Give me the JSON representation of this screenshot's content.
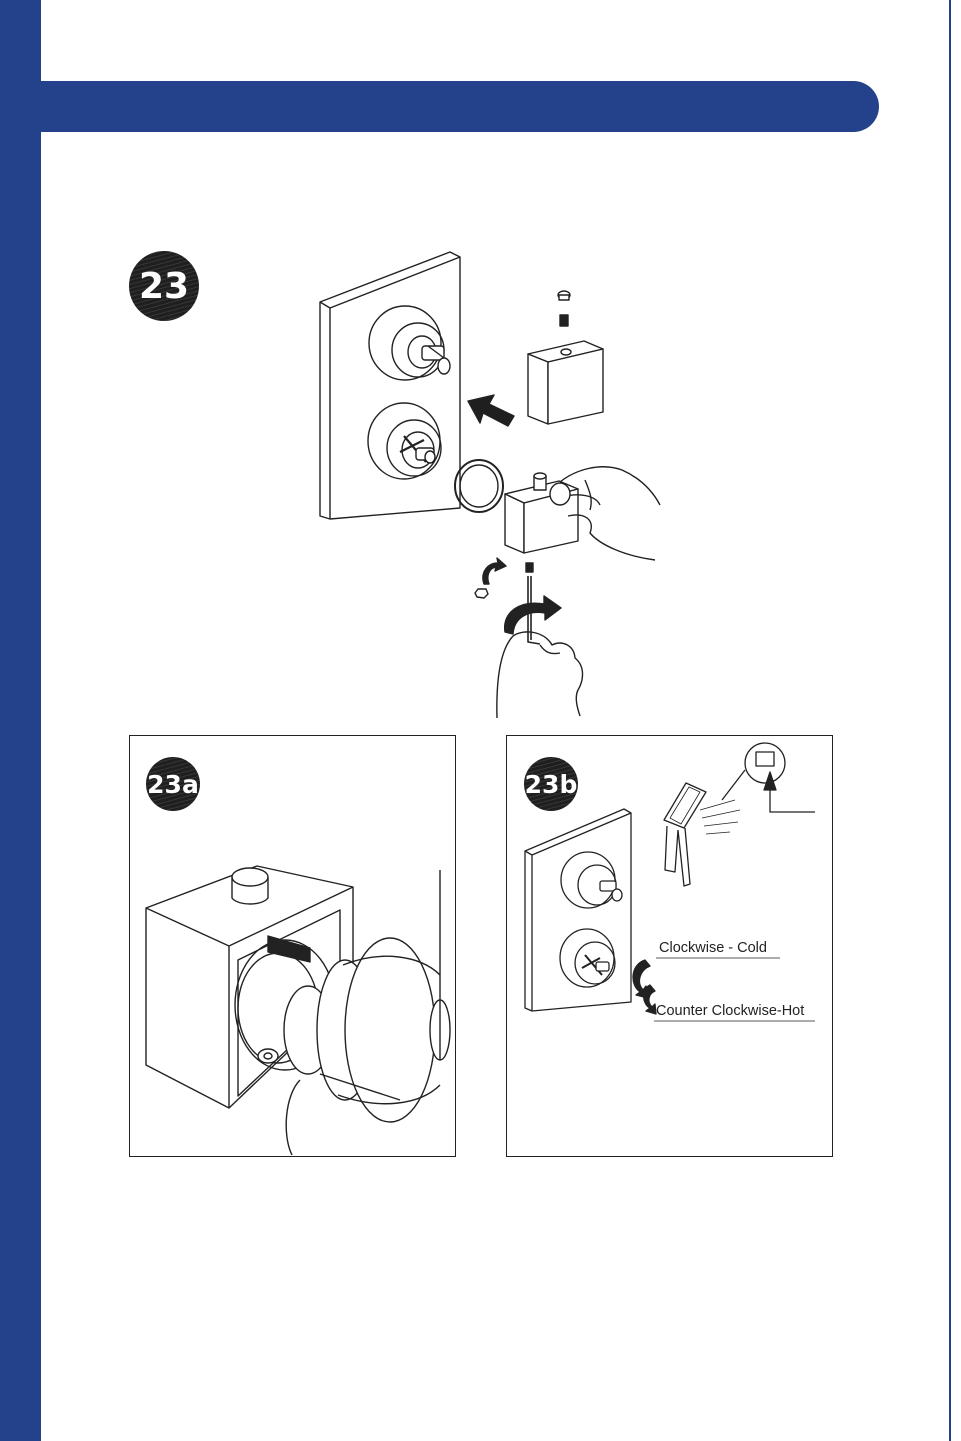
{
  "steps": {
    "main": "23",
    "sub_a": "23a",
    "sub_b": "23b"
  },
  "annotations": {
    "clockwise": "Clockwise - Cold",
    "counter_clockwise": "Counter Clockwise-Hot"
  },
  "colors": {
    "brand_blue": "#24418c",
    "badge_dark": "#1f1f1f",
    "line": "#222222"
  },
  "icons": [
    "clockwise-arrow-icon",
    "counter-clockwise-arrow-icon",
    "push-arrow-icon"
  ]
}
